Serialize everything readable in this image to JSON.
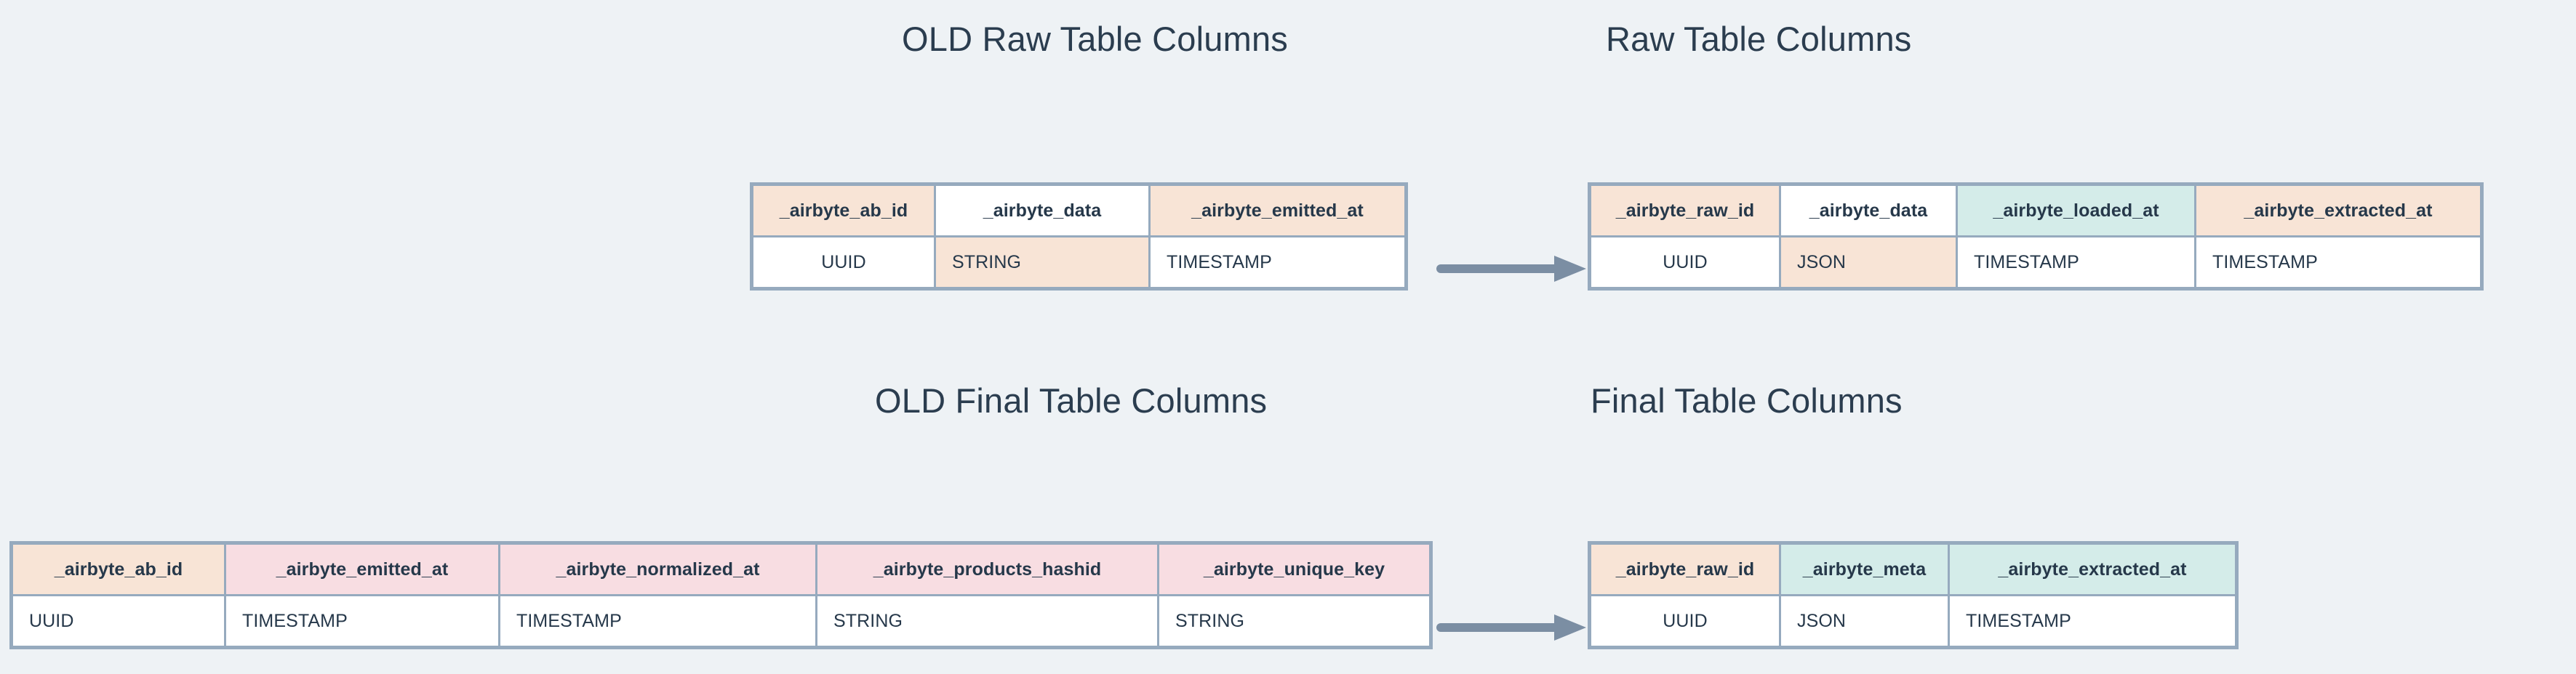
{
  "background_color": "#eef2f5",
  "palette": {
    "peach": "#f8e4d6",
    "teal": "#d4ece9",
    "pink": "#f8dde2",
    "white": "#ffffff",
    "border": "#96aabe",
    "text": "#26384a",
    "arrow": "#7b8ea3"
  },
  "titles": {
    "old_raw": "OLD Raw Table Columns",
    "new_raw": "Raw Table Columns",
    "old_final": "OLD Final Table Columns",
    "new_final": "Final Table Columns"
  },
  "arrows": {
    "raw": "arrow-right",
    "final": "arrow-right"
  },
  "tables": {
    "old_raw": {
      "title": "OLD Raw Table Columns",
      "headers": [
        "_airbyte_ab_id",
        "_airbyte_data",
        "_airbyte_emitted_at"
      ],
      "header_fills": [
        "peach",
        "white",
        "peach"
      ],
      "types": [
        "UUID",
        "STRING",
        "TIMESTAMP"
      ],
      "type_fills": [
        "white",
        "peach",
        "white"
      ],
      "type_align": [
        "center",
        "left",
        "left"
      ]
    },
    "new_raw": {
      "title": "Raw Table Columns",
      "headers": [
        "_airbyte_raw_id",
        "_airbyte_data",
        "_airbyte_loaded_at",
        "_airbyte_extracted_at"
      ],
      "header_fills": [
        "peach",
        "white",
        "teal",
        "peach"
      ],
      "types": [
        "UUID",
        "JSON",
        "TIMESTAMP",
        "TIMESTAMP"
      ],
      "type_fills": [
        "white",
        "peach",
        "white",
        "white"
      ],
      "type_align": [
        "center",
        "left",
        "left",
        "left"
      ]
    },
    "old_final": {
      "title": "OLD Final Table Columns",
      "headers": [
        "_airbyte_ab_id",
        "_airbyte_emitted_at",
        "_airbyte_normalized_at",
        "_airbyte_products_hashid",
        "_airbyte_unique_key"
      ],
      "header_fills": [
        "peach",
        "pink",
        "pink",
        "pink",
        "pink"
      ],
      "types": [
        "UUID",
        "TIMESTAMP",
        "TIMESTAMP",
        "STRING",
        "STRING"
      ],
      "type_fills": [
        "white",
        "white",
        "white",
        "white",
        "white"
      ],
      "type_align": [
        "left",
        "left",
        "left",
        "left",
        "left"
      ]
    },
    "new_final": {
      "title": "Final Table Columns",
      "headers": [
        "_airbyte_raw_id",
        "_airbyte_meta",
        "_airbyte_extracted_at"
      ],
      "header_fills": [
        "peach",
        "teal",
        "teal"
      ],
      "types": [
        "UUID",
        "JSON",
        "TIMESTAMP"
      ],
      "type_fills": [
        "white",
        "white",
        "white"
      ],
      "type_align": [
        "center",
        "left",
        "left"
      ]
    }
  }
}
